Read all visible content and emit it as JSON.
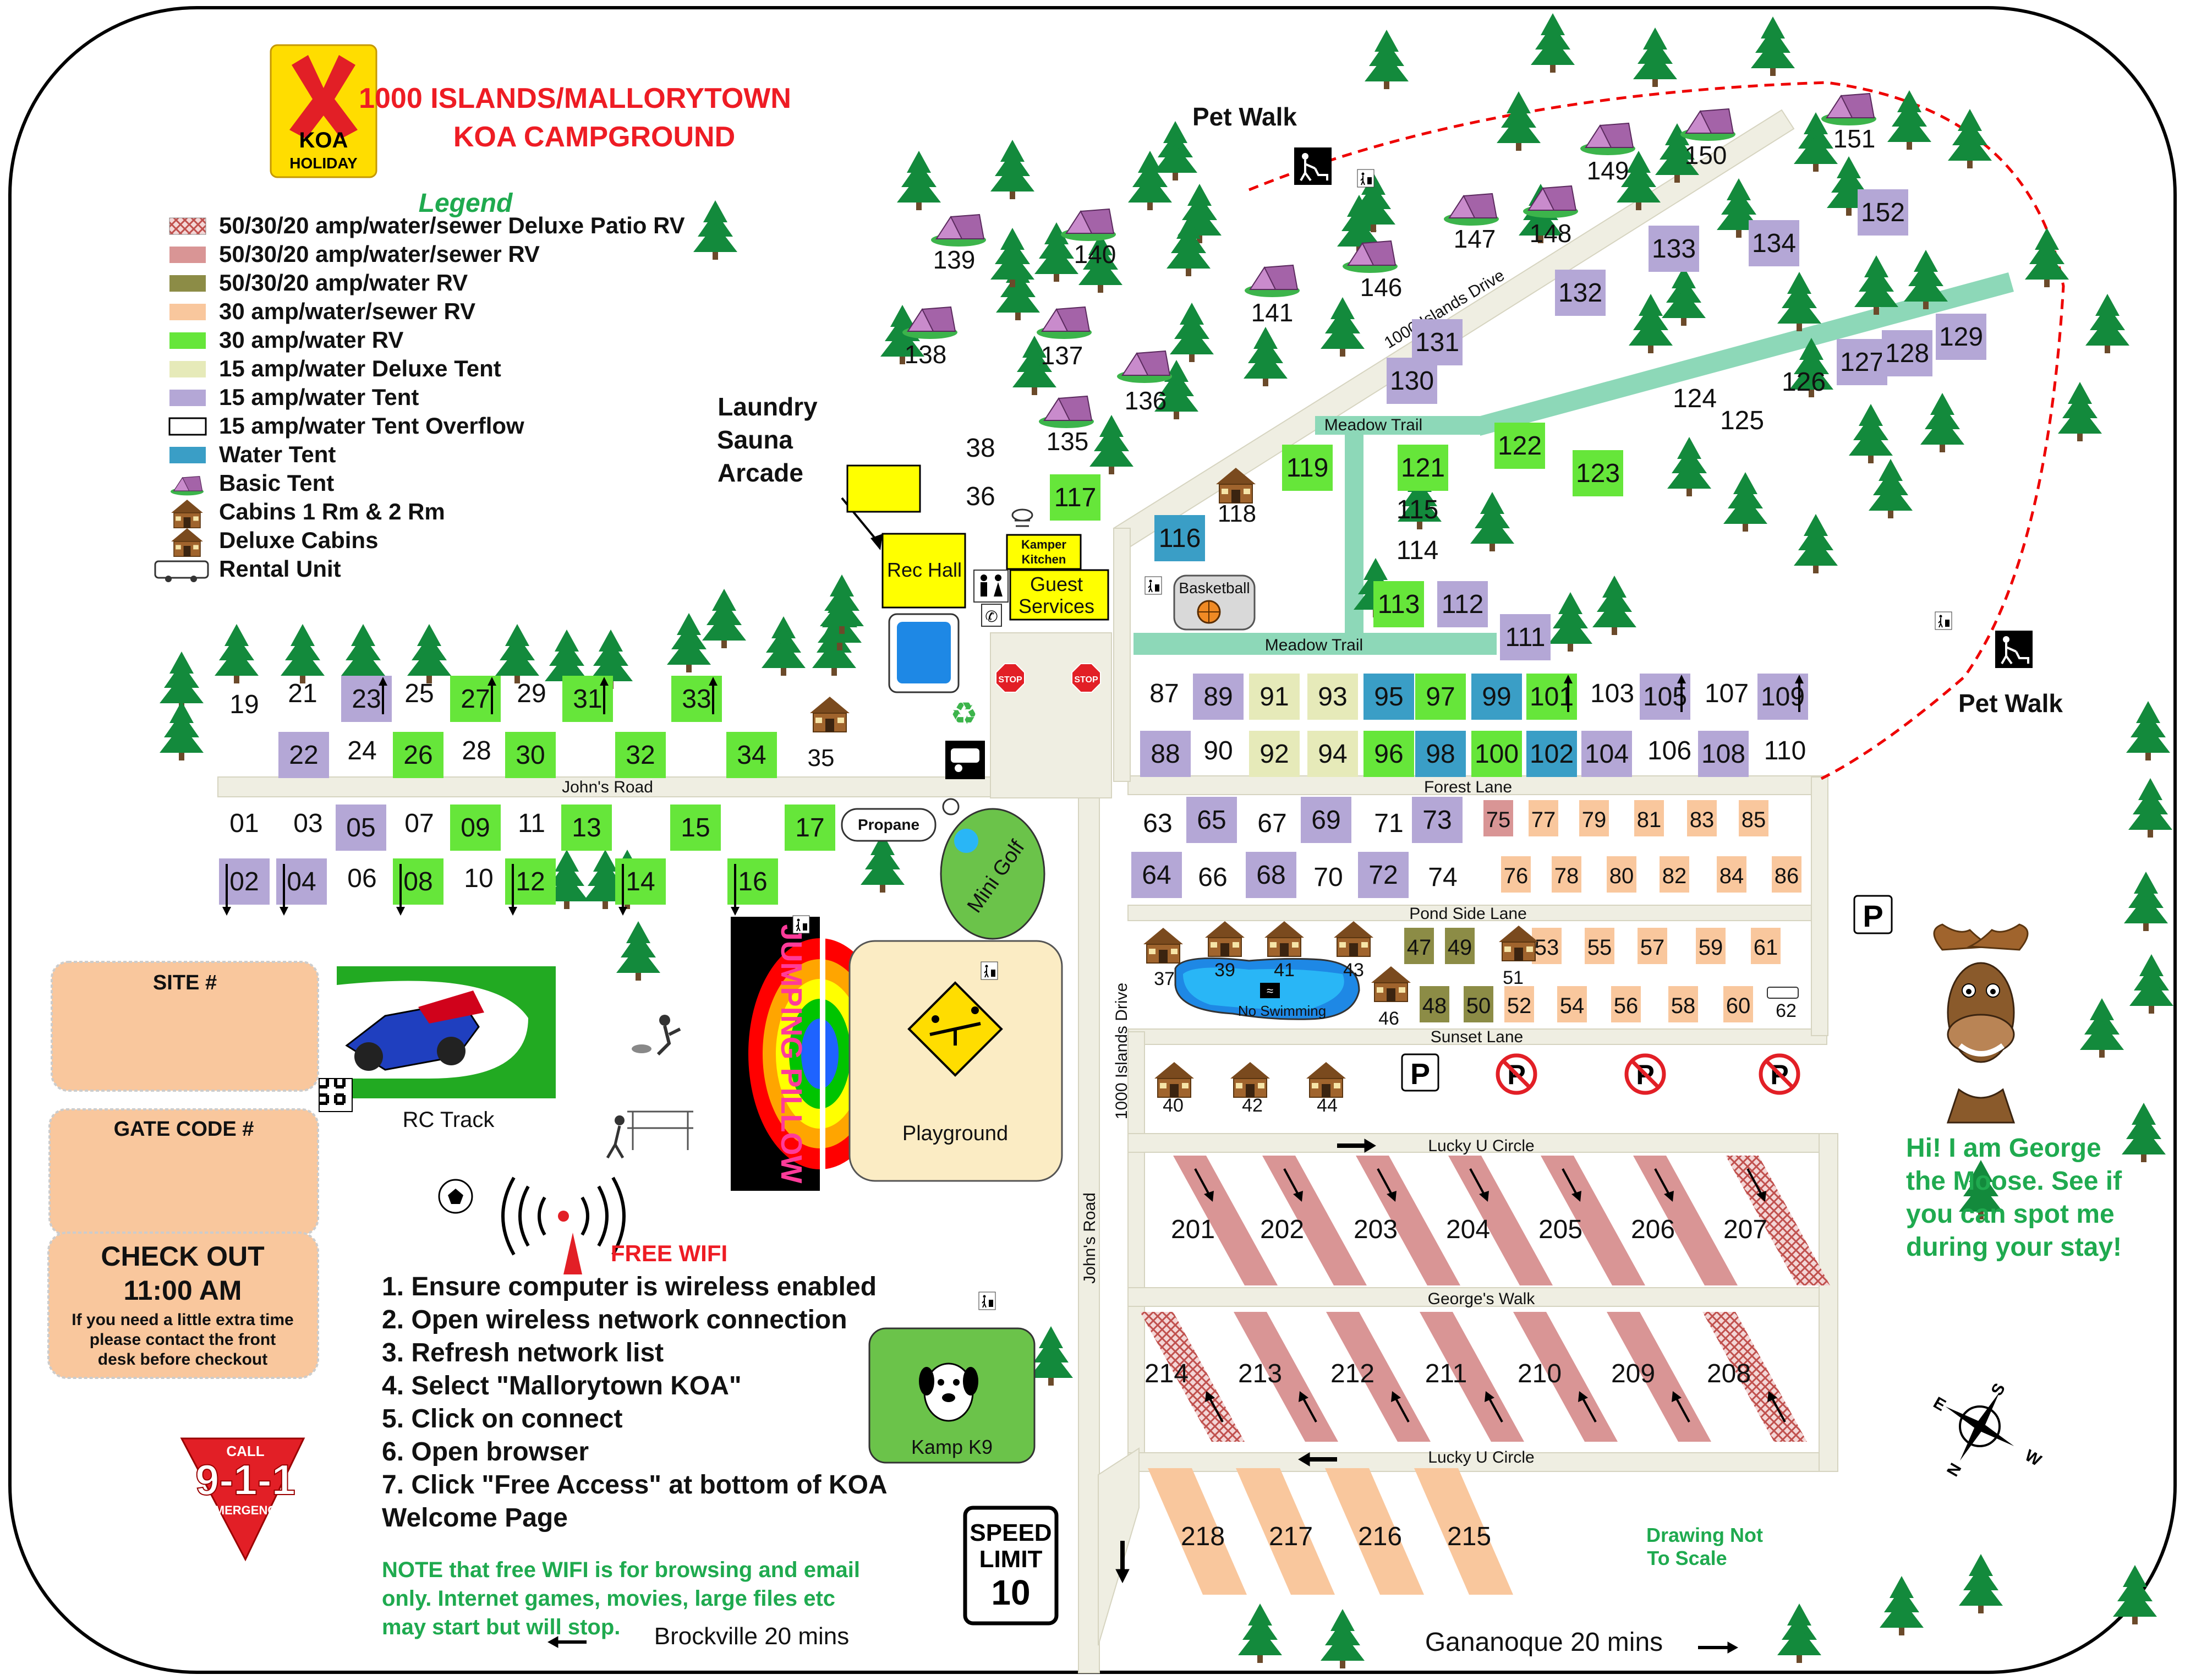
{
  "title": {
    "line1": "1000 ISLANDS/MALLORYTOWN",
    "line2": "KOA CAMPGROUND"
  },
  "logo": {
    "brand": "KOA",
    "tier": "HOLIDAY"
  },
  "legend": {
    "heading": "Legend",
    "items": [
      {
        "label": "50/30/20 amp/water/sewer Deluxe Patio RV",
        "swatch": "patio",
        "color": "#c98a8a"
      },
      {
        "label": "50/30/20 amp/water/sewer RV",
        "swatch": "fill",
        "color": "#d99595"
      },
      {
        "label": "50/30/20 amp/water RV",
        "swatch": "fill",
        "color": "#8c8c46"
      },
      {
        "label": "30 amp/water/sewer RV",
        "swatch": "fill",
        "color": "#f9c79d"
      },
      {
        "label": "30 amp/water RV",
        "swatch": "fill",
        "color": "#66e63a"
      },
      {
        "label": "15 amp/water Deluxe Tent",
        "swatch": "fill",
        "color": "#e6eab9"
      },
      {
        "label": "15 amp/water Tent",
        "swatch": "fill",
        "color": "#b4a7d6"
      },
      {
        "label": "15 amp/water Tent Overflow",
        "swatch": "outline",
        "color": "#ffffff"
      },
      {
        "label": "Water Tent",
        "swatch": "fill",
        "color": "#3a9ec6"
      },
      {
        "label": "Basic Tent",
        "swatch": "tent-icon",
        "color": "#a463a8"
      },
      {
        "label": "Cabins 1 Rm & 2 Rm",
        "swatch": "cabin-icon",
        "color": "#a0642d"
      },
      {
        "label": "Deluxe Cabins",
        "swatch": "deluxe-cabin-icon",
        "color": "#a0642d"
      },
      {
        "label": "Rental Unit",
        "swatch": "trailer-icon",
        "color": "#555555"
      }
    ]
  },
  "colors": {
    "deluxe_patio": "#c98a8a",
    "rv_sewer": "#d99595",
    "rv_water": "#8c8c46",
    "rv30_sewer": "#f9c79d",
    "rv30_water": "#66e63a",
    "deluxe_tent": "#e6eab9",
    "tent": "#b4a7d6",
    "water_tent": "#3a9ec6",
    "trail": "#8dd8b8",
    "road": "#efeee2",
    "title_red": "#ee1c24",
    "green_text": "#1faa4f",
    "building_yellow": "#ffff00",
    "info_box": "#f9c79d",
    "tree": "#138a3c"
  },
  "labels": {
    "laundry": [
      "Laundry",
      "Sauna",
      "Arcade"
    ],
    "rec_hall": "Rec Hall",
    "kamper_kitchen": [
      "Kamper",
      "Kitchen"
    ],
    "guest_services": [
      "Guest",
      "Services"
    ],
    "basketball": "Basketball",
    "mini_golf": "Mini Golf",
    "jumping_pillow": "JUMPING PILLOW",
    "playground": "Playground",
    "rc_track": "RC Track",
    "kamp_k9": "Kamp K9",
    "propane": "Propane",
    "no_swimming": "No Swimming",
    "pet_walk": "Pet Walk",
    "stop": "STOP",
    "parking": "P",
    "speed_limit": [
      "SPEED",
      "LIMIT",
      "10"
    ],
    "drawing_not_to_scale": [
      "Drawing Not",
      "To Scale"
    ],
    "compass": {
      "n": "N",
      "e": "E",
      "s": "S",
      "w": "W"
    },
    "brockville": "Brockville 20 mins",
    "gananoque": "Gananoque 20 mins",
    "call911": {
      "call": "CALL",
      "num": "9-1-1",
      "word": "EMERGENCY"
    }
  },
  "roads": {
    "johns_road_h": "John's Road",
    "johns_road_v": "John's Road",
    "islands_drive_v": "1000 Islands Drive",
    "islands_drive_diag": "1000 Islands Drive",
    "forest_lane": "Forest Lane",
    "pond_side_lane": "Pond Side Lane",
    "sunset_lane": "Sunset Lane",
    "lucky_u_top": "Lucky U Circle",
    "georges_walk": "George's Walk",
    "lucky_u_bottom": "Lucky U Circle",
    "meadow_trail_top": "Meadow Trail",
    "meadow_trail_bottom": "Meadow Trail"
  },
  "info": {
    "site_label": "SITE #",
    "gate_label": "GATE CODE #",
    "checkout_title": "CHECK OUT",
    "checkout_time": "11:00 AM",
    "checkout_note": [
      "If you need a little extra time",
      "please contact the front",
      "desk before checkout"
    ]
  },
  "wifi": {
    "title": "FREE WIFI",
    "steps": [
      "1. Ensure computer is wireless enabled",
      "2. Open wireless network connection",
      "3. Refresh network list",
      "4. Select \"Mallorytown KOA\"",
      "5. Click on connect",
      "6. Open browser",
      "7. Click \"Free Access\" at bottom of KOA",
      "Welcome Page"
    ],
    "note": [
      "NOTE that free WIFI is for browsing and email",
      "only.  Internet games, movies, large files etc",
      "may start but will stop."
    ]
  },
  "moose": {
    "lines": [
      "Hi!  I am George",
      "the Moose. See if",
      "you can spot me",
      "during your stay!"
    ]
  },
  "sites": {
    "tents": [
      "139",
      "140",
      "138",
      "137",
      "136",
      "135",
      "141",
      "146",
      "147",
      "148",
      "149",
      "150",
      "151"
    ],
    "cabins": [
      "118",
      "35",
      "37",
      "39",
      "41",
      "43",
      "46",
      "51",
      "40",
      "42",
      "44",
      "62"
    ],
    "plain": [
      "38",
      "36",
      "115",
      "114",
      "124",
      "125",
      "126",
      "19",
      "21",
      "24",
      "25",
      "28",
      "29",
      "01",
      "03",
      "06",
      "07",
      "10",
      "11",
      "87",
      "90",
      "103",
      "106",
      "107",
      "110",
      "63",
      "66",
      "67",
      "70",
      "71",
      "74"
    ],
    "boxes": [
      "130",
      "131",
      "132",
      "133",
      "134",
      "152",
      "127",
      "128",
      "129",
      "119",
      "121",
      "122",
      "123",
      "117",
      "116",
      "113",
      "112",
      "111",
      "89",
      "88",
      "91",
      "93",
      "92",
      "94",
      "95",
      "97",
      "99",
      "101",
      "96",
      "98",
      "100",
      "102",
      "104",
      "105",
      "108",
      "109",
      "23",
      "22",
      "26",
      "27",
      "30",
      "31",
      "32",
      "33",
      "34",
      "05",
      "09",
      "13",
      "15",
      "17",
      "02",
      "04",
      "08",
      "12",
      "14",
      "16",
      "65",
      "69",
      "73",
      "64",
      "68",
      "72",
      "75",
      "77",
      "79",
      "81",
      "83",
      "85",
      "76",
      "78",
      "80",
      "82",
      "84",
      "86",
      "47",
      "49",
      "48",
      "50",
      "53",
      "55",
      "57",
      "59",
      "61",
      "52",
      "54",
      "56",
      "58",
      "60"
    ],
    "patio": [
      "201",
      "202",
      "203",
      "204",
      "205",
      "206",
      "207",
      "214",
      "213",
      "212",
      "211",
      "210",
      "209",
      "208"
    ],
    "lower": [
      "218",
      "217",
      "216",
      "215"
    ]
  }
}
